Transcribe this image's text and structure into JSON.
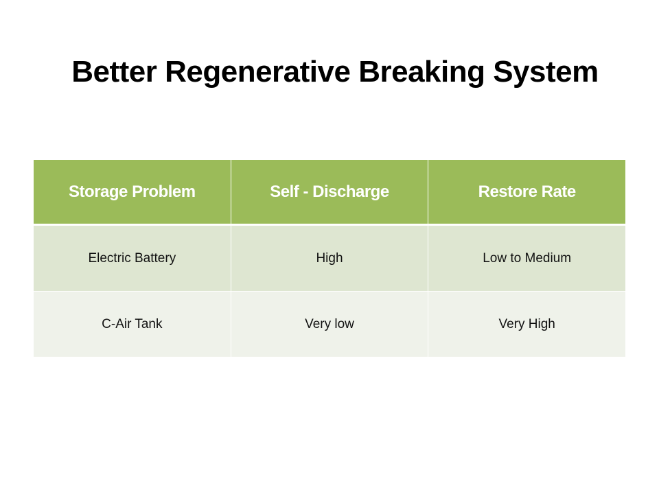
{
  "slide": {
    "title": "Better Regenerative Breaking System",
    "table": {
      "headers": [
        "Storage Problem",
        "Self - Discharge",
        "Restore Rate"
      ],
      "rows": [
        [
          "Electric Battery",
          "High",
          "Low to Medium"
        ],
        [
          "C-Air Tank",
          "Very low",
          "Very High"
        ]
      ]
    },
    "colors": {
      "header": "#9bbb59",
      "row_odd": "#dee6d1",
      "row_even": "#eff2ea"
    }
  }
}
